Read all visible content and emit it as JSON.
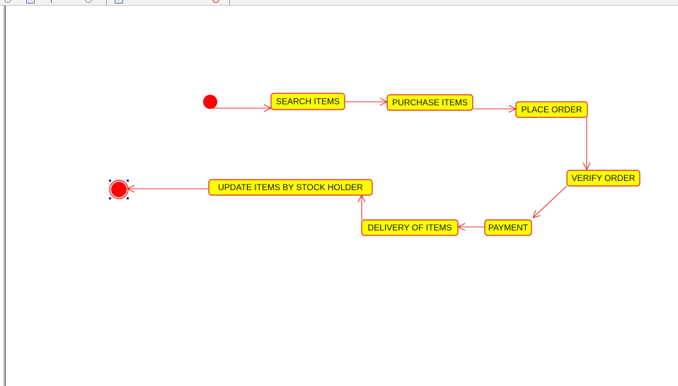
{
  "diagram": {
    "states": [
      {
        "id": "search",
        "label": "SEARCH ITEMS"
      },
      {
        "id": "purchase",
        "label": "PURCHASE ITEMS"
      },
      {
        "id": "place",
        "label": "PLACE ORDER"
      },
      {
        "id": "verify",
        "label": "VERIFY ORDER"
      },
      {
        "id": "payment",
        "label": "PAYMENT"
      },
      {
        "id": "delivery",
        "label": "DELIVERY OF ITEMS"
      },
      {
        "id": "update",
        "label": "UPDATE ITEMS BY STOCK HOLDER"
      }
    ],
    "transitions": [
      {
        "from": "initial",
        "to": "search"
      },
      {
        "from": "search",
        "to": "purchase"
      },
      {
        "from": "purchase",
        "to": "place"
      },
      {
        "from": "place",
        "to": "verify"
      },
      {
        "from": "verify",
        "to": "payment"
      },
      {
        "from": "payment",
        "to": "delivery"
      },
      {
        "from": "delivery",
        "to": "update"
      },
      {
        "from": "update",
        "to": "final"
      }
    ],
    "colors": {
      "state_fill": "#ffff00",
      "state_border": "#d62020",
      "node_fill": "#ff0000",
      "arrow": "#e03030",
      "selection_handle": "#2020c0"
    }
  }
}
